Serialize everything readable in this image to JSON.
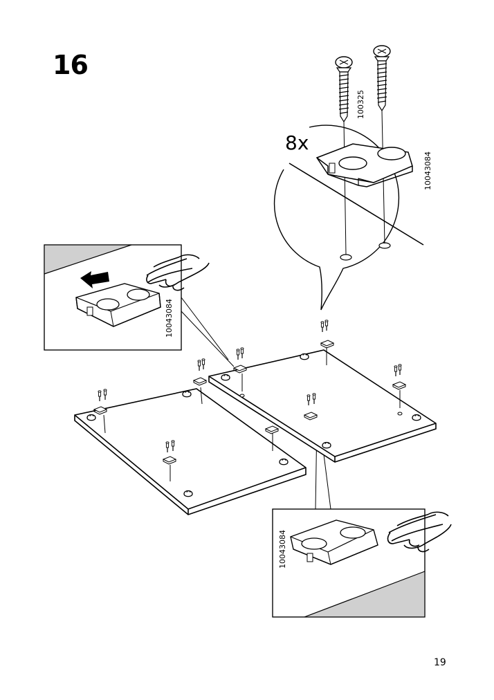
{
  "step": {
    "number": "16"
  },
  "detail_callout": {
    "quantity": "8x",
    "screw_code": "100325",
    "part_code": "10043084"
  },
  "left_inset": {
    "part_code": "10043084"
  },
  "bottom_inset": {
    "part_code": "10043084"
  },
  "page": {
    "number": "19"
  }
}
